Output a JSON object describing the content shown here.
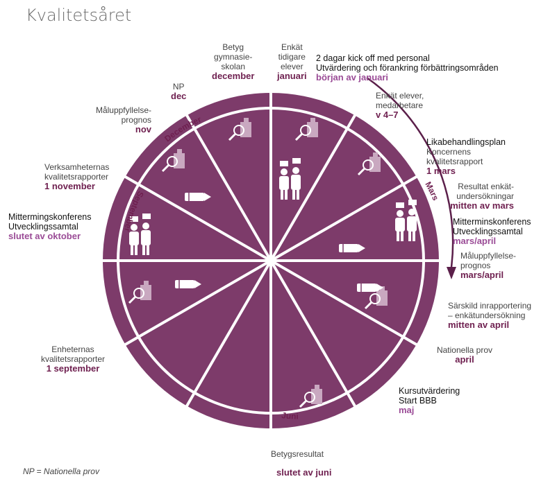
{
  "title": "Kvalitetsåret",
  "colors": {
    "wheel": "#7d3b6a",
    "ring_text": "#6e1f4f",
    "accent_light": "#9a4b96",
    "arrow": "#5b1f4a"
  },
  "months_on_ring": [
    "December",
    "Mars",
    "Juni",
    "September"
  ],
  "labels": {
    "l_betyg": {
      "lines": [
        "Betyg",
        "gymnasie-",
        "skolan"
      ],
      "when": "december"
    },
    "l_enkat": {
      "lines": [
        "Enkät",
        "tidigare",
        "elever"
      ],
      "when": "januari"
    },
    "l_kick": {
      "lines": [
        "2 dagar kick off med personal",
        "Utvärdering och förankring förbättringsområden"
      ],
      "when": "början av januari"
    },
    "l_np": {
      "lines": [
        "NP"
      ],
      "when": "dec"
    },
    "l_enkat2": {
      "lines": [
        "Enkät elever,",
        "medarbetare"
      ],
      "when": "v 4–7"
    },
    "l_malupp_nov": {
      "lines": [
        "Måluppfyllelse-",
        "prognos"
      ],
      "when": "nov"
    },
    "l_likabeh": {
      "lines": [
        "Likabehandlingsplan",
        "Koncernens",
        "kvalitetsrapport"
      ],
      "when": "1 mars"
    },
    "l_verks": {
      "lines": [
        "Verksamheternas",
        "kvalitetsrapporter"
      ],
      "when": "1 november"
    },
    "l_result": {
      "lines": [
        "Resultat enkät-",
        "undersökningar"
      ],
      "when": "mitten av mars"
    },
    "l_mitt_okt": {
      "lines": [
        "Mittermingskonferens",
        "Utvecklingssamtal"
      ],
      "when": "slutet av oktober"
    },
    "l_mitt_mar": {
      "lines": [
        "Mitterminskonferens",
        "Utvecklingssamtal"
      ],
      "when": "mars/april"
    },
    "l_malupp_mar": {
      "lines": [
        "Måluppfyllelse-",
        "prognos"
      ],
      "when": "mars/april"
    },
    "l_sarskild": {
      "lines": [
        "Särskild inrapportering",
        "– enkätundersökning"
      ],
      "when": "mitten av april"
    },
    "l_enhet": {
      "lines": [
        "Enheternas",
        "kvalitetsrapporter"
      ],
      "when": "1 september"
    },
    "l_natprov": {
      "lines": [
        "Nationella prov"
      ],
      "when": "april"
    },
    "l_kurs": {
      "lines": [
        "Kursutvärdering",
        "Start BBB"
      ],
      "when": "maj"
    },
    "l_betygsres": {
      "lines": [
        "Betygsresultat"
      ],
      "when": "slutet av juni"
    }
  },
  "footnote": "NP = Nationella prov"
}
